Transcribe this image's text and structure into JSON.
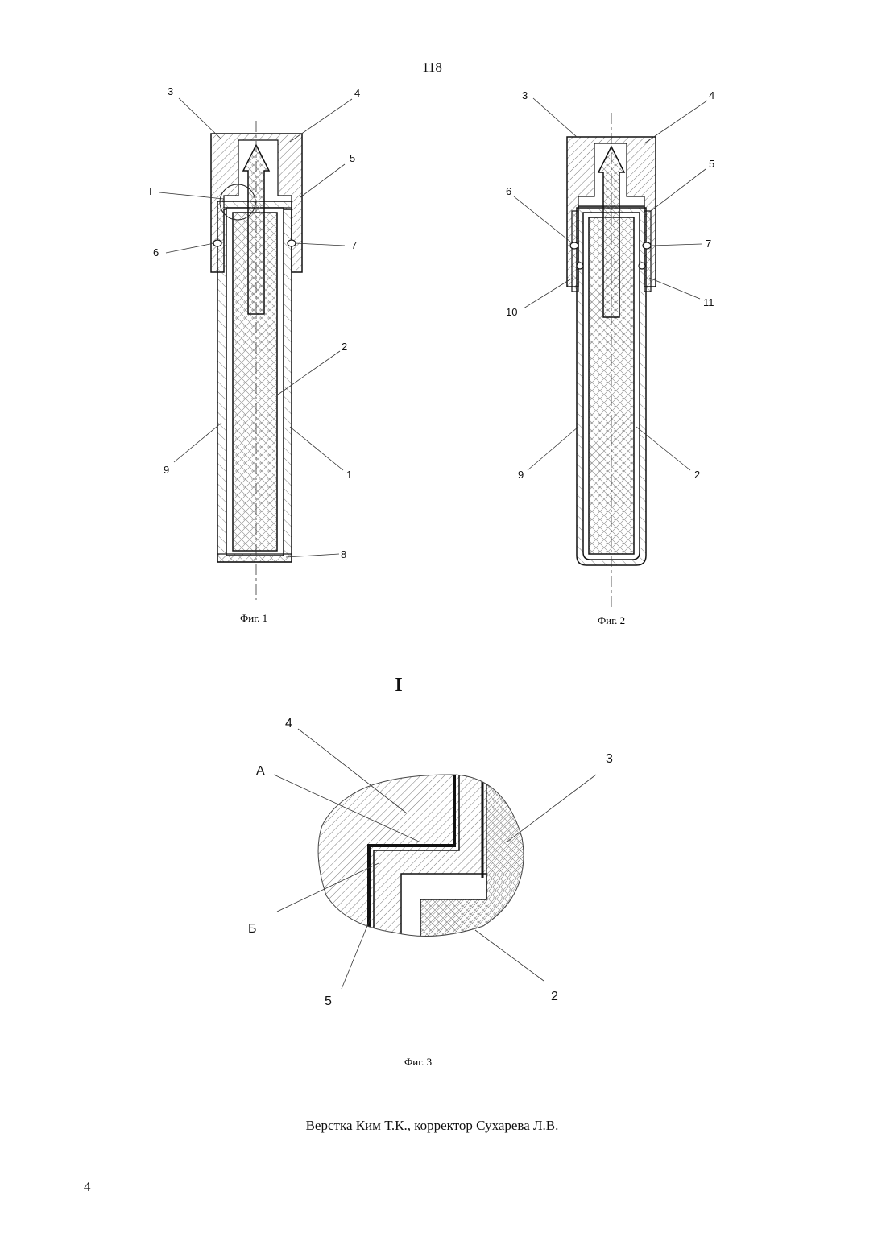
{
  "page": {
    "top_number": "118",
    "bottom_number": "4",
    "footer": "Верстка Ким Т.К., корректор Сухарева Л.В."
  },
  "figures": {
    "fig1": {
      "caption": "Фиг. 1",
      "labels": [
        "3",
        "4",
        "5",
        "I",
        "6",
        "7",
        "2",
        "9",
        "1",
        "8"
      ]
    },
    "fig2": {
      "caption": "Фиг. 2",
      "labels": [
        "3",
        "4",
        "5",
        "6",
        "7",
        "10",
        "11",
        "9",
        "2"
      ]
    },
    "fig3": {
      "title": "I",
      "caption": "Фиг. 3",
      "labels": [
        "4",
        "А",
        "3",
        "Б",
        "5",
        "2"
      ]
    }
  }
}
